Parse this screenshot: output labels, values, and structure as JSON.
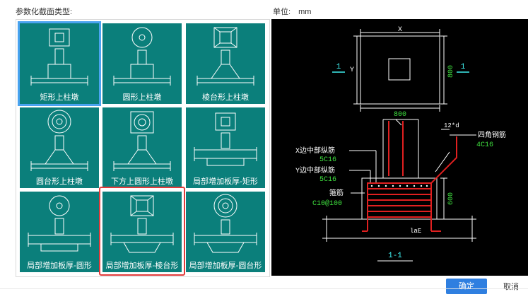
{
  "header": {
    "section_label": "参数化截面类型:",
    "unit_label": "单位:",
    "unit_value": "mm"
  },
  "tiles": [
    {
      "label": "矩形上柱墩"
    },
    {
      "label": "圆形上柱墩"
    },
    {
      "label": "棱台形上柱墩"
    },
    {
      "label": "圆台形上柱墩"
    },
    {
      "label": "下方上圆形上柱墩"
    },
    {
      "label": "局部增加板厚-矩形"
    },
    {
      "label": "局部增加板厚-圆形"
    },
    {
      "label": "局部增加板厚-棱台形"
    },
    {
      "label": "局部增加板厚-圆台形"
    }
  ],
  "preview": {
    "dim_x": "X",
    "dim_y": "Y",
    "dim_top": "800",
    "dim_side": "800",
    "section_mark": "1",
    "x_mid_bars": "X边中部纵筋",
    "x_mid_bars_value": "5C16",
    "y_mid_bars": "Y边中部纵筋",
    "y_mid_bars_value": "5C16",
    "stirrup": "箍筋",
    "stirrup_value": "C10@100",
    "corner_bars": "四角钢筋",
    "corner_bars_value": "4C16",
    "anchor_note": "12*d",
    "height_dim": "600",
    "lae": "laE",
    "section_title": "1-1"
  },
  "buttons": {
    "ok": "确定",
    "cancel": "取消"
  },
  "colors": {
    "tile_bg": "#0b7f7b",
    "select_blue": "#4aa3f0",
    "highlight_red": "#e23b3b",
    "cad_bg": "#000000",
    "cad_green": "#3fe03f",
    "cad_cyan": "#3ff0f0",
    "cad_red": "#e02020",
    "ok_blue": "#2f7fe0"
  }
}
